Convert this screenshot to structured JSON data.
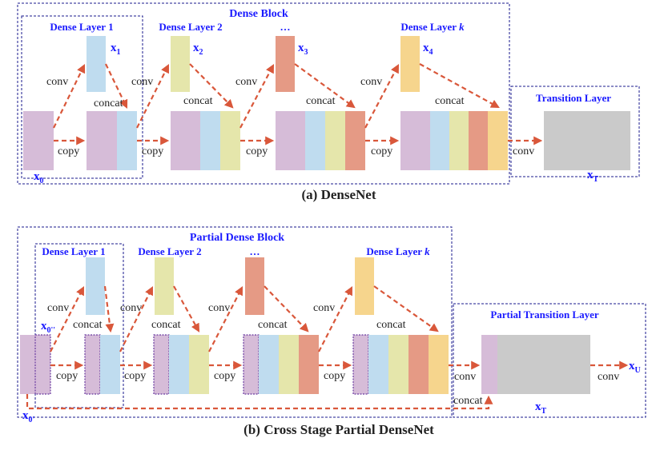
{
  "colors": {
    "purple": "#d6bcd8",
    "blue": "#bfdcef",
    "yellow": "#e5e6ab",
    "red": "#e59a85",
    "orange": "#f6d58d",
    "gray": "#cacaca",
    "arrow": "#d9573a",
    "label_blue": "#1a1aff"
  },
  "densenet": {
    "block_title": "Dense Block",
    "layer1": "Dense Layer 1",
    "layer2": "Dense Layer 2",
    "ellipsis": "…",
    "layerk": "Dense Layer",
    "k": "k",
    "transition": "Transition Layer",
    "x0": "x",
    "x0_sub": "0",
    "x1": "x",
    "x1_sub": "1",
    "x2": "x",
    "x2_sub": "2",
    "x3": "x",
    "x3_sub": "3",
    "x4": "x",
    "x4_sub": "4",
    "xT": "x",
    "xT_sub": "T",
    "conv": "conv",
    "concat": "concat",
    "copy": "copy",
    "caption": "(a) DenseNet"
  },
  "cspnet": {
    "block_title": "Partial Dense Block",
    "layer1": "Dense Layer 1",
    "layer2": "Dense Layer 2",
    "ellipsis": "…",
    "layerk": "Dense Layer",
    "k": "k",
    "transition": "Partial Transition Layer",
    "x0pp": "x",
    "x0pp_sub": "0''",
    "x0p": "x",
    "x0p_sub": "0'",
    "xT": "x",
    "xT_sub": "T",
    "xU": "x",
    "xU_sub": "U",
    "conv": "conv",
    "concat": "concat",
    "copy": "copy",
    "caption": "(b) Cross Stage Partial DenseNet"
  }
}
